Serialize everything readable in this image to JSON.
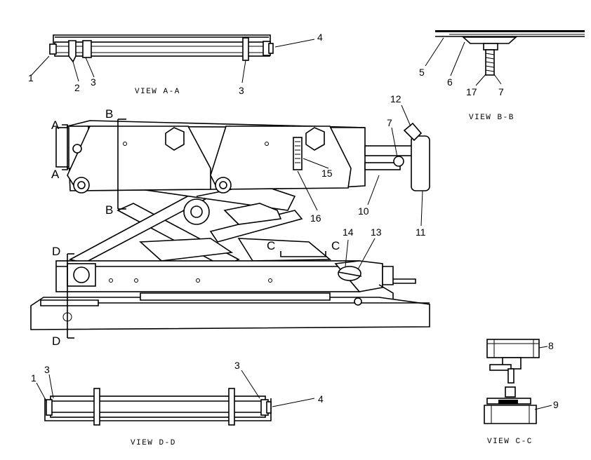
{
  "callouts": {
    "c1": "1",
    "c2": "2",
    "c3": "3",
    "c3b": "3",
    "c4": "4",
    "c5": "5",
    "c6": "6",
    "c7": "7",
    "c7b": "7",
    "c17": "17",
    "c12": "12",
    "c15": "15",
    "c16": "16",
    "c10": "10",
    "c11": "11",
    "c14": "14",
    "c13": "13",
    "c8": "8",
    "c9": "9",
    "c1d": "1",
    "c3d": "3",
    "c3e": "3",
    "c4d": "4"
  },
  "section_marks": {
    "a_top": "A",
    "a_bot": "A",
    "b_top": "B",
    "b_bot": "B",
    "c_left": "C",
    "c_right": "C",
    "d_top": "D",
    "d_bot": "D"
  },
  "views": {
    "aa": "VIEW A-A",
    "bb": "VIEW B-B",
    "cc": "VIEW C-C",
    "dd": "VIEW D-D"
  }
}
